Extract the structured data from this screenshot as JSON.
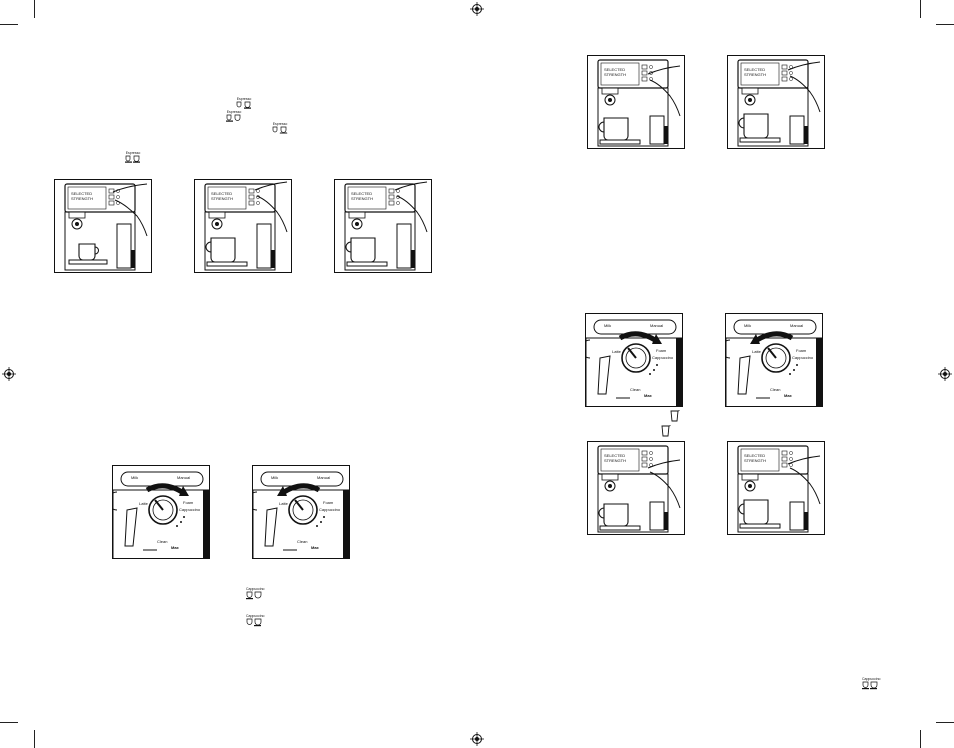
{
  "colors": {
    "ink": "#111111",
    "paper": "#ffffff"
  },
  "icons": [
    "registration-mark-icon",
    "espresso-cups-icon",
    "cappuccino-cups-icon",
    "milk-jug-icon",
    "hand-icon",
    "mug-icon"
  ],
  "button_symbol_labels": {
    "espresso": "Espresso",
    "cappuccino": "Cappuccino"
  },
  "machine_panel": {
    "display_line1": "SELECTED",
    "display_line2": "STRENGTH"
  },
  "dial": {
    "mode_left": "Latte",
    "mode_right_top": "Foam",
    "mode_right": "Cappuccino",
    "clean": "Clean",
    "max": "Max",
    "top_left": "Milk",
    "top_right": "Manual"
  }
}
